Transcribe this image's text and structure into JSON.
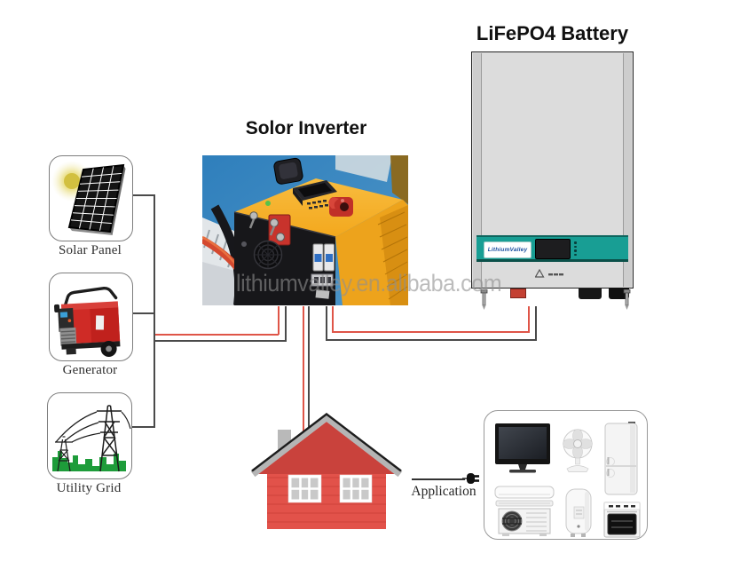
{
  "titles": {
    "inverter": "Solor Inverter",
    "battery": "LiFePO4 Battery"
  },
  "left_sources": [
    {
      "label": "Solar Panel"
    },
    {
      "label": "Generator"
    },
    {
      "label": "Utility Grid"
    }
  ],
  "application_label": "Application",
  "watermark": "lithiumvalley.en.alibaba.com",
  "battery_logo": "LithiumValley",
  "appliance_icons": [
    "tv",
    "fan",
    "refrigerator",
    "air-conditioner",
    "ac-outdoor-unit",
    "water-heater",
    "oven"
  ],
  "colors": {
    "battery_band_teal": "#189e94",
    "wire_red": "#df5548",
    "wire_dark": "#4a4a4a",
    "house_body_red": "#e2524a",
    "house_roof_red": "#c9423c",
    "utility_grid_green": "#1e9c3a",
    "generator_red": "#cf2b26",
    "inverter_yellow": "#f3a81d",
    "photo_background_blue": "#2f7fbc"
  }
}
